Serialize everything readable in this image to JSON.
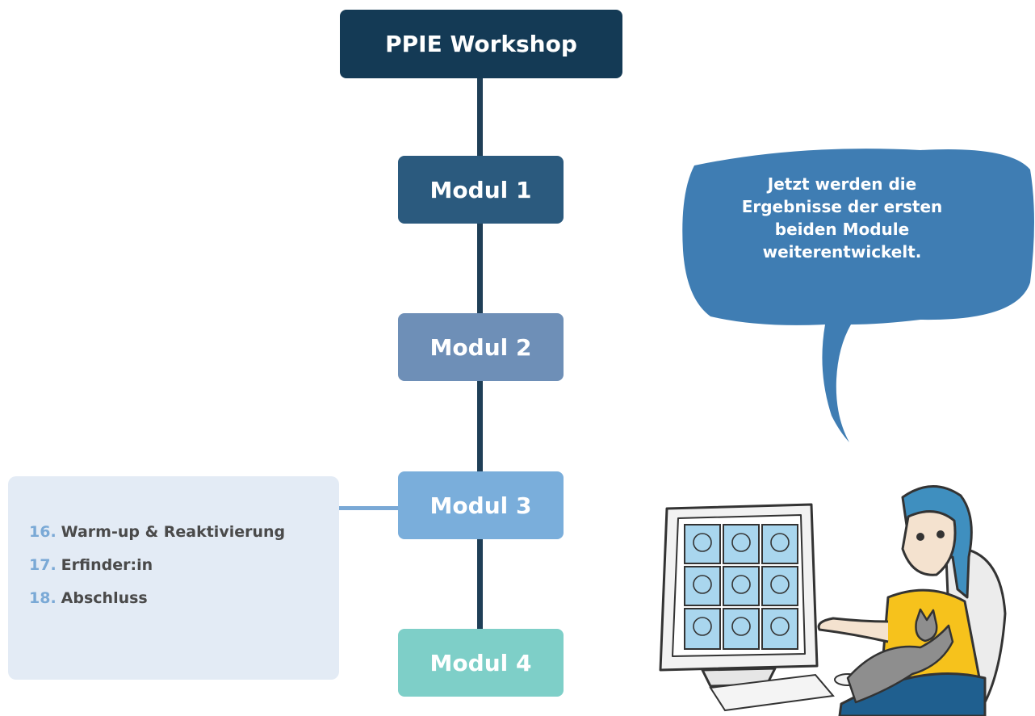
{
  "diagram": {
    "root": {
      "label": "PPIE Workshop",
      "color": "#143a55"
    },
    "modules": [
      {
        "label": "Modul 1",
        "color": "#2b5a7e"
      },
      {
        "label": "Modul 2",
        "color": "#6e8fb7"
      },
      {
        "label": "Modul 3",
        "color": "#7aaedb"
      },
      {
        "label": "Modul 4",
        "color": "#7ecfc8"
      }
    ],
    "detail_panel": {
      "items": [
        {
          "number": "16.",
          "label": "Warm-up & Reaktivierung"
        },
        {
          "number": "17.",
          "label": "Erfinder:in"
        },
        {
          "number": "18.",
          "label": "Abschluss"
        }
      ]
    }
  },
  "speech_bubble": {
    "lines": [
      "Jetzt werden die",
      "Ergebnisse der ersten",
      "beiden Module",
      "weiterentwickelt."
    ],
    "color": "#3f7db3"
  },
  "illustration": {
    "subject": "woman at computer with video call grid and cat"
  }
}
